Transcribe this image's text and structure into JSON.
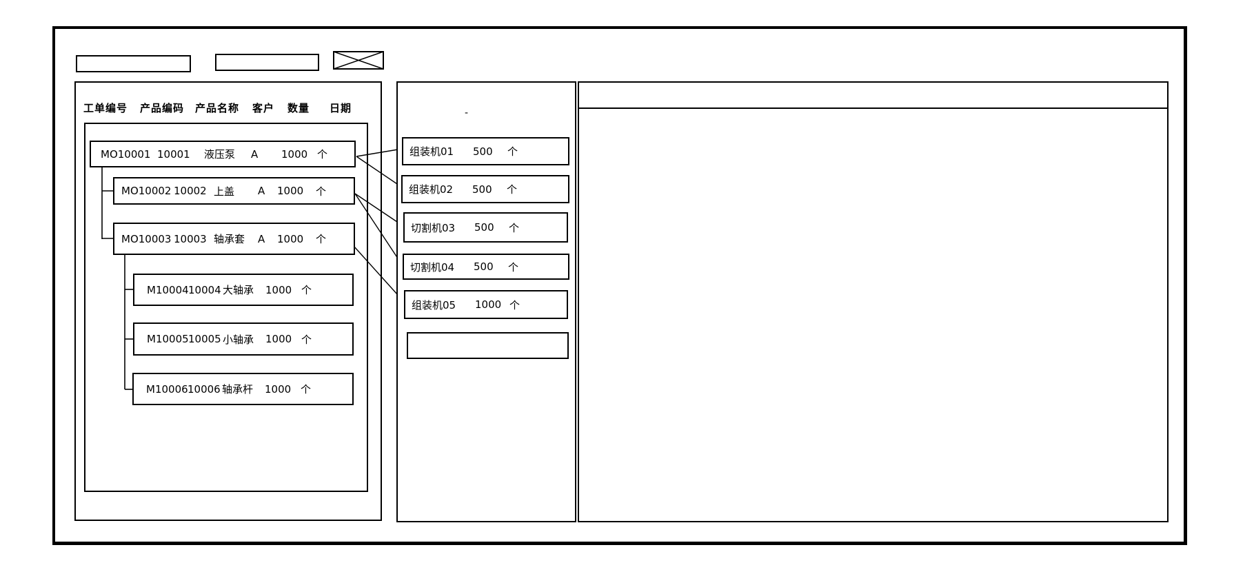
{
  "toolbar": {
    "input1_value": "",
    "input2_value": ""
  },
  "work_order_panel": {
    "columns": [
      "工单编号",
      "产品编码",
      "产品名称",
      "客户",
      "数量",
      "日期"
    ],
    "orders": [
      {
        "order_no": "MO10001",
        "product_code": "10001",
        "product_name": "液压泵",
        "customer": "A",
        "qty": "1000",
        "unit": "个"
      },
      {
        "order_no": "MO10002",
        "product_code": "10002",
        "product_name": "上盖",
        "customer": "A",
        "qty": "1000",
        "unit": "个"
      },
      {
        "order_no": "MO10003",
        "product_code": "10003",
        "product_name": "轴承套",
        "customer": "A",
        "qty": "1000",
        "unit": "个"
      },
      {
        "order_no": "M10004",
        "product_code": "10004",
        "product_name": "大轴承",
        "customer": "",
        "qty": "1000",
        "unit": "个"
      },
      {
        "order_no": "M10005",
        "product_code": "10005",
        "product_name": "小轴承",
        "customer": "",
        "qty": "1000",
        "unit": "个"
      },
      {
        "order_no": "M10006",
        "product_code": "10006",
        "product_name": "轴承杆",
        "customer": "",
        "qty": "1000",
        "unit": "个"
      }
    ]
  },
  "machine_panel": {
    "dash_mark": "-",
    "machines": [
      {
        "name": "组装机01",
        "qty": "500",
        "unit": "个"
      },
      {
        "name": "组装机02",
        "qty": "500",
        "unit": "个"
      },
      {
        "name": "切割机03",
        "qty": "500",
        "unit": "个"
      },
      {
        "name": "切割机04",
        "qty": "500",
        "unit": "个"
      },
      {
        "name": "组装机05",
        "qty": "1000",
        "unit": "个"
      },
      {
        "name": "",
        "qty": "",
        "unit": ""
      }
    ]
  },
  "colors": {
    "line": "#000000",
    "background": "#ffffff"
  }
}
